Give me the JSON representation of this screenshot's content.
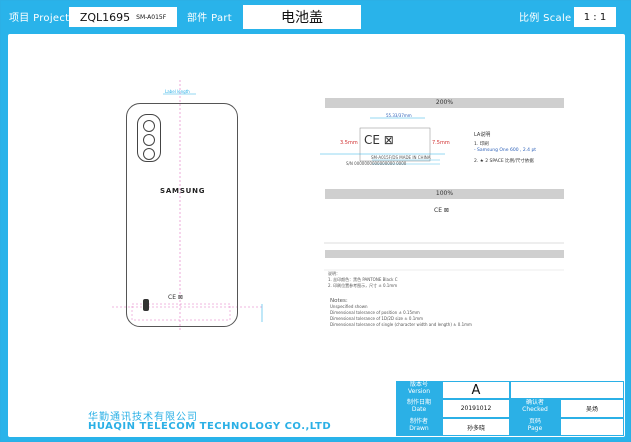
{
  "header": {
    "project_label": "项目 Project",
    "project_code": "ZQL1695",
    "project_model": "SM-A015F",
    "part_label": "部件 Part",
    "part_name": "电池盖",
    "scale_label": "比例 Scale",
    "scale_value": "1 : 1"
  },
  "drawing": {
    "phone_brand": "SAMSUNG",
    "phone_dim_label": "Label length",
    "phone_marks": "CE ⊠",
    "label_header_200": "200%",
    "label_header_100": "100%",
    "dim_left": "3.5mm",
    "dim_right": "7.5mm",
    "dim_top": "55.33/37mm",
    "label_ce": "CE ⊠",
    "label_line1": "SM-A015F/DS  MADE IN CHINA",
    "label_line2": "S/N  0000000000000000  0000",
    "spec_title": "LA说明",
    "spec_line1": "1. 印刷",
    "spec_line2": "- Samsung One 600 , 2.4 pt",
    "spec_line3": "2. ★ 2 SPACE 比例/尺寸依据",
    "mark_100": "CE ⊠",
    "small_notes_a": "说明：",
    "small_notes_b": "1. 丝印颜色：黑色 PANTONE Black C",
    "small_notes_c": "2. 印刷位置参考图示，尺寸 ± 0.1mm",
    "notes_title": "Notes:",
    "note1": "Unspecified shown",
    "note2": "Dimensional tolerance of position ± 0.15mm",
    "note3": "Dimensional tolerance of 1D/2D size ± 0.1mm",
    "note4": "Dimensional tolerance of single (character width and length) ± 0.1mm"
  },
  "title_block": {
    "version_cn": "版本号",
    "version_en": "Version",
    "version_value": "A",
    "date_cn": "制作日期",
    "date_en": "Date",
    "date_value": "20191012",
    "checked_cn": "确认者",
    "checked_en": "Checked",
    "checked_value": "吴炀",
    "drawn_cn": "制作者",
    "drawn_en": "Drawn",
    "drawn_value": "孙多晓",
    "page_cn": "页码",
    "page_en": "Page",
    "page_value": ""
  },
  "company": {
    "name_cn": "华勤通讯技术有限公司",
    "name_en": "HUAQIN TELECOM TECHNOLOGY CO.,LTD"
  }
}
